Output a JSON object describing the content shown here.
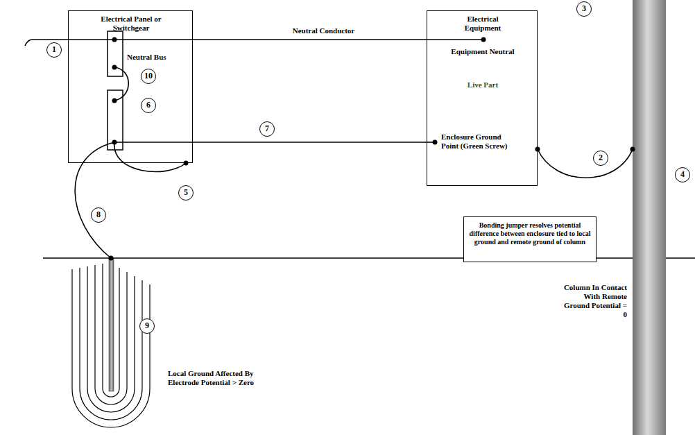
{
  "diagram": {
    "nodes": [
      {
        "text": [
          "Electrical Panel or Switchgear",
          "Neutral Bus"
        ]
      },
      {
        "text": [
          "Electrical Equipment",
          "Equipment Neutral",
          "Live Part",
          "Enclosure Ground Point (Green Screw)"
        ]
      },
      {
        "text": [
          "Bonding jumper resolves potential difference between enclosure tied to local ground and remote ground of column"
        ]
      }
    ],
    "edges": [
      {
        "from": 0,
        "to": 1,
        "label": "Neutral Conductor",
        "arrow": "none"
      },
      {
        "from": 0,
        "to": 1,
        "arrow": "none"
      }
    ],
    "labels": [
      "3",
      "1",
      "10",
      "6",
      "7",
      "2",
      "4",
      "5",
      "8",
      "9",
      "Column In Contact With Remote Ground Potential = 0",
      "Local Ground Affected By Electrode Potential > Zero"
    ]
  }
}
